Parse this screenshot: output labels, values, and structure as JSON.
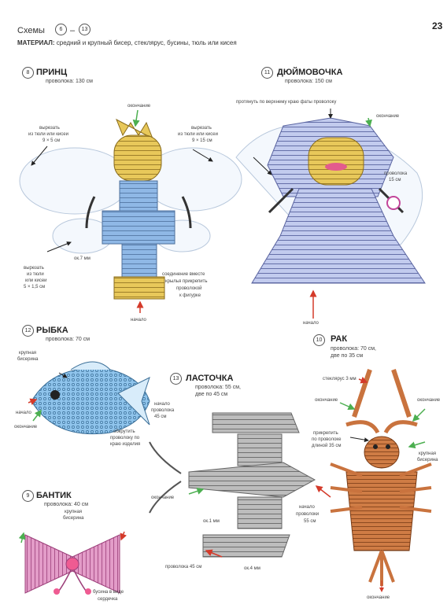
{
  "header": {
    "schemes": "Схемы",
    "scheme_from": "6",
    "scheme_to": "13",
    "page_number": "23",
    "material_label": "МАТЕРИАЛ:",
    "material_text": "средний и крупный бисер, стеклярус, бусины, тюль или кисея"
  },
  "prince": {
    "num": "8",
    "title": "ПРИНЦ",
    "wire": "проволока: 130 см",
    "label_cut_big": [
      "вырезать",
      "из тюли или кисеи",
      "9 × 5 см"
    ],
    "label_cut_small": [
      "вырезать",
      "из тюли",
      "или кисеи",
      "5 × 1,5 см"
    ],
    "label_start": "начало",
    "label_connect": [
      "соединение вместе",
      "крылья прикрепить",
      "проволокой",
      "к фигурке"
    ],
    "label_end": "окончание",
    "label_size": "ок.7 мм"
  },
  "thumbelina": {
    "num": "11",
    "title": "ДЮЙМОВОЧКА",
    "wire": "проволока: 150 см",
    "label_cut": [
      "вырезать",
      "из тюли или кисеи",
      "9 × 15 см"
    ],
    "label_pull": "протянуть по верхнему краю фаты проволоку",
    "label_end": "окончание",
    "label_wire": [
      "проволока",
      "15 см"
    ],
    "label_start": "начало"
  },
  "fish": {
    "num": "12",
    "title": "РЫБКА",
    "wire": "проволока: 70 см",
    "label_bead": [
      "крупная",
      "бисерина"
    ],
    "label_start": "начало",
    "label_end": "окончание",
    "label_wrap": [
      "обкрутить",
      "проволоку по",
      "краю изделия"
    ]
  },
  "swallow": {
    "num": "13",
    "title": "ЛАСТОЧКА",
    "wire": [
      "проволока: 55 см,",
      "две по 45 см"
    ],
    "label_start_top": [
      "начало",
      "проволока",
      "45 см"
    ],
    "label_end": "окончание",
    "label_start_right": [
      "начало",
      "проволоки",
      "55 см"
    ],
    "label_wire_bottom": "проволока 45 см",
    "label_size1": "ок.1 мм",
    "label_size2": "ок.4 мм"
  },
  "crayfish": {
    "num": "10",
    "title": "РАК",
    "wire": [
      "проволока: 70 см,",
      "две по 35 см"
    ],
    "label_bugle": "стеклярус 3 мм",
    "label_end": "окончание",
    "label_attach": [
      "прикрепить",
      "по проволоке",
      "длиной 35 см"
    ],
    "label_bead": [
      "крупная",
      "бисерина"
    ],
    "label_end_bottom": "окончание"
  },
  "bow": {
    "num": "9",
    "title": "БАНТИК",
    "wire": "проволока: 40 см",
    "label_bead": [
      "крупная",
      "бисерина"
    ],
    "label_pendant": [
      "бусина в виде",
      "сердечка"
    ]
  },
  "colors": {
    "prince_hair": "#e8c85a",
    "prince_body": "#8fb8e6",
    "thumb_dress": "#b9c3e8",
    "fish_body": "#8fc4ec",
    "swallow_body": "#b0b0b0",
    "crayfish": "#c9733e",
    "bow": "#d77fb8",
    "arrow_green": "#4caf50",
    "arrow_red": "#d43a2a"
  }
}
